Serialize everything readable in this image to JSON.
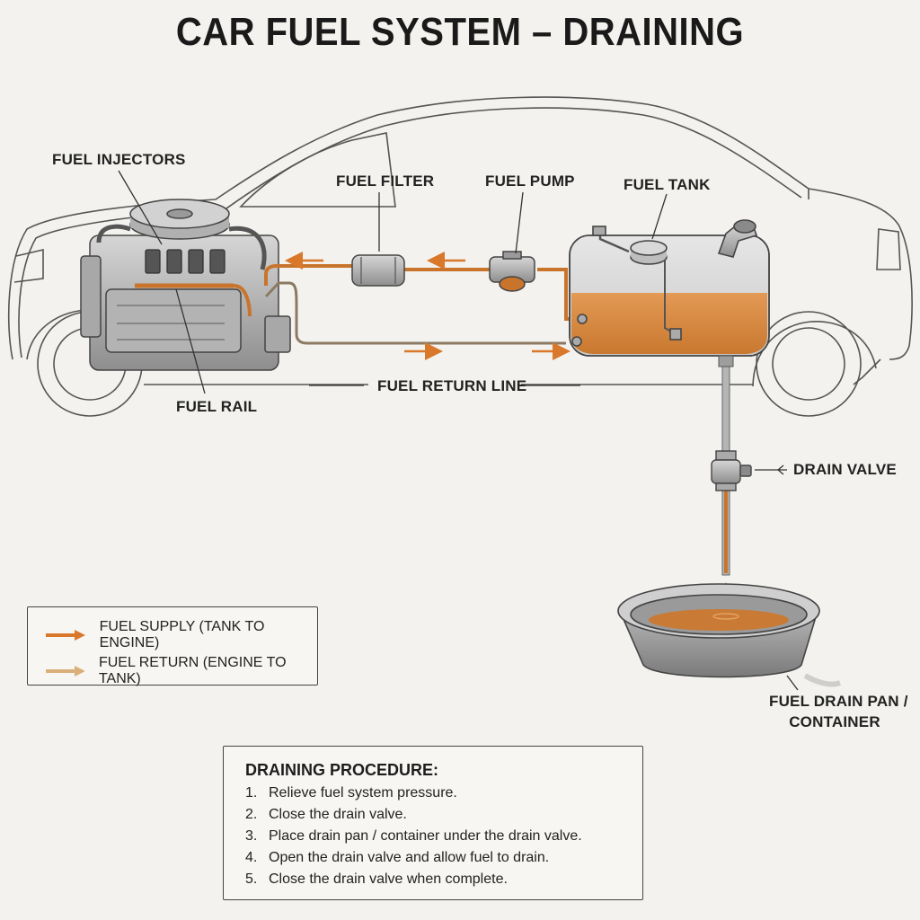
{
  "title": "CAR FUEL SYSTEM – DRAINING",
  "labels": {
    "fuel_injectors": "FUEL INJECTORS",
    "fuel_filter": "FUEL FILTER",
    "fuel_pump": "FUEL PUMP",
    "fuel_tank": "FUEL TANK",
    "fuel_rail": "FUEL RAIL",
    "fuel_return_line": "FUEL RETURN LINE",
    "drain_valve": "DRAIN VALVE",
    "drain_pan_line1": "FUEL DRAIN PAN /",
    "drain_pan_line2": "CONTAINER"
  },
  "legend": {
    "supply": "FUEL SUPPLY (TANK TO ENGINE)",
    "return": "FUEL RETURN (ENGINE TO TANK)",
    "supply_color": "#d9772b",
    "return_color": "#d9b07a"
  },
  "procedure": {
    "title": "DRAINING PROCEDURE:",
    "steps": [
      {
        "n": "1.",
        "text": "Relieve fuel system pressure."
      },
      {
        "n": "2.",
        "text": "Close the drain valve."
      },
      {
        "n": "3.",
        "text": "Place drain pan / container under the drain valve."
      },
      {
        "n": "4.",
        "text": "Open the drain valve and allow fuel to drain."
      },
      {
        "n": "5.",
        "text": "Close the drain valve when complete."
      }
    ]
  },
  "colors": {
    "fuel": "#d98b45",
    "line": "#444444",
    "metal": "#9a9a9a"
  }
}
